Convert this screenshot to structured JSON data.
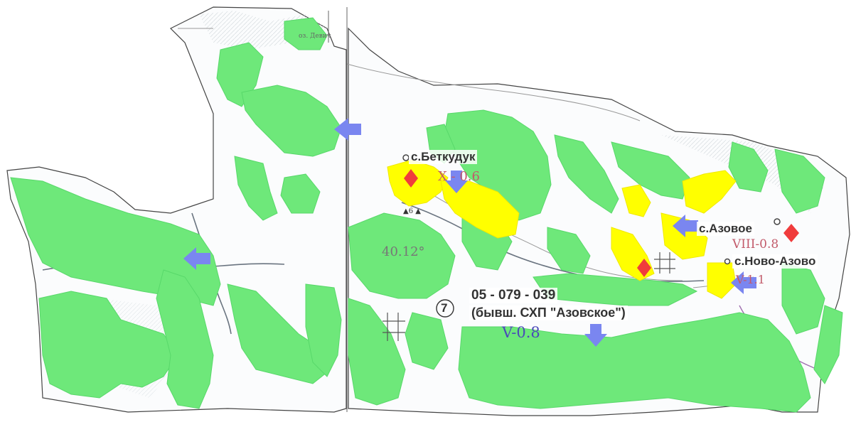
{
  "map": {
    "settlements": [
      {
        "id": "betkuduk",
        "name": "с.Беткудук",
        "rating": "X - 0.6"
      },
      {
        "id": "azovoe",
        "name": "с.Азовое",
        "rating": "VIII-0.8"
      },
      {
        "id": "novo-azovoe",
        "name": "с.Ново-Азово",
        "rating": "V-1.1"
      }
    ],
    "plot": {
      "number": "7",
      "code": "05 - 079 - 039",
      "former_name": "(бывш. СХП \"Азовское\")",
      "rating": "V-0.8"
    },
    "field_marks": {
      "plot_label": "40.12°",
      "triangle_mark": "▲6 ▲",
      "river_label": "оз. Девич"
    },
    "colors": {
      "vegetation": "#6ee87a",
      "settlement_zone": "#ffff00",
      "arrow": "#7a86f0",
      "marker": "#f03c3c",
      "rating_red": "#c25a6a",
      "rating_blue": "#4a4ab8",
      "river": "#6a7480",
      "road": "#a070b0"
    },
    "icons": [
      "arrow-down-icon",
      "arrow-left-icon",
      "red-diamond-icon",
      "settlement-dot-icon"
    ]
  }
}
